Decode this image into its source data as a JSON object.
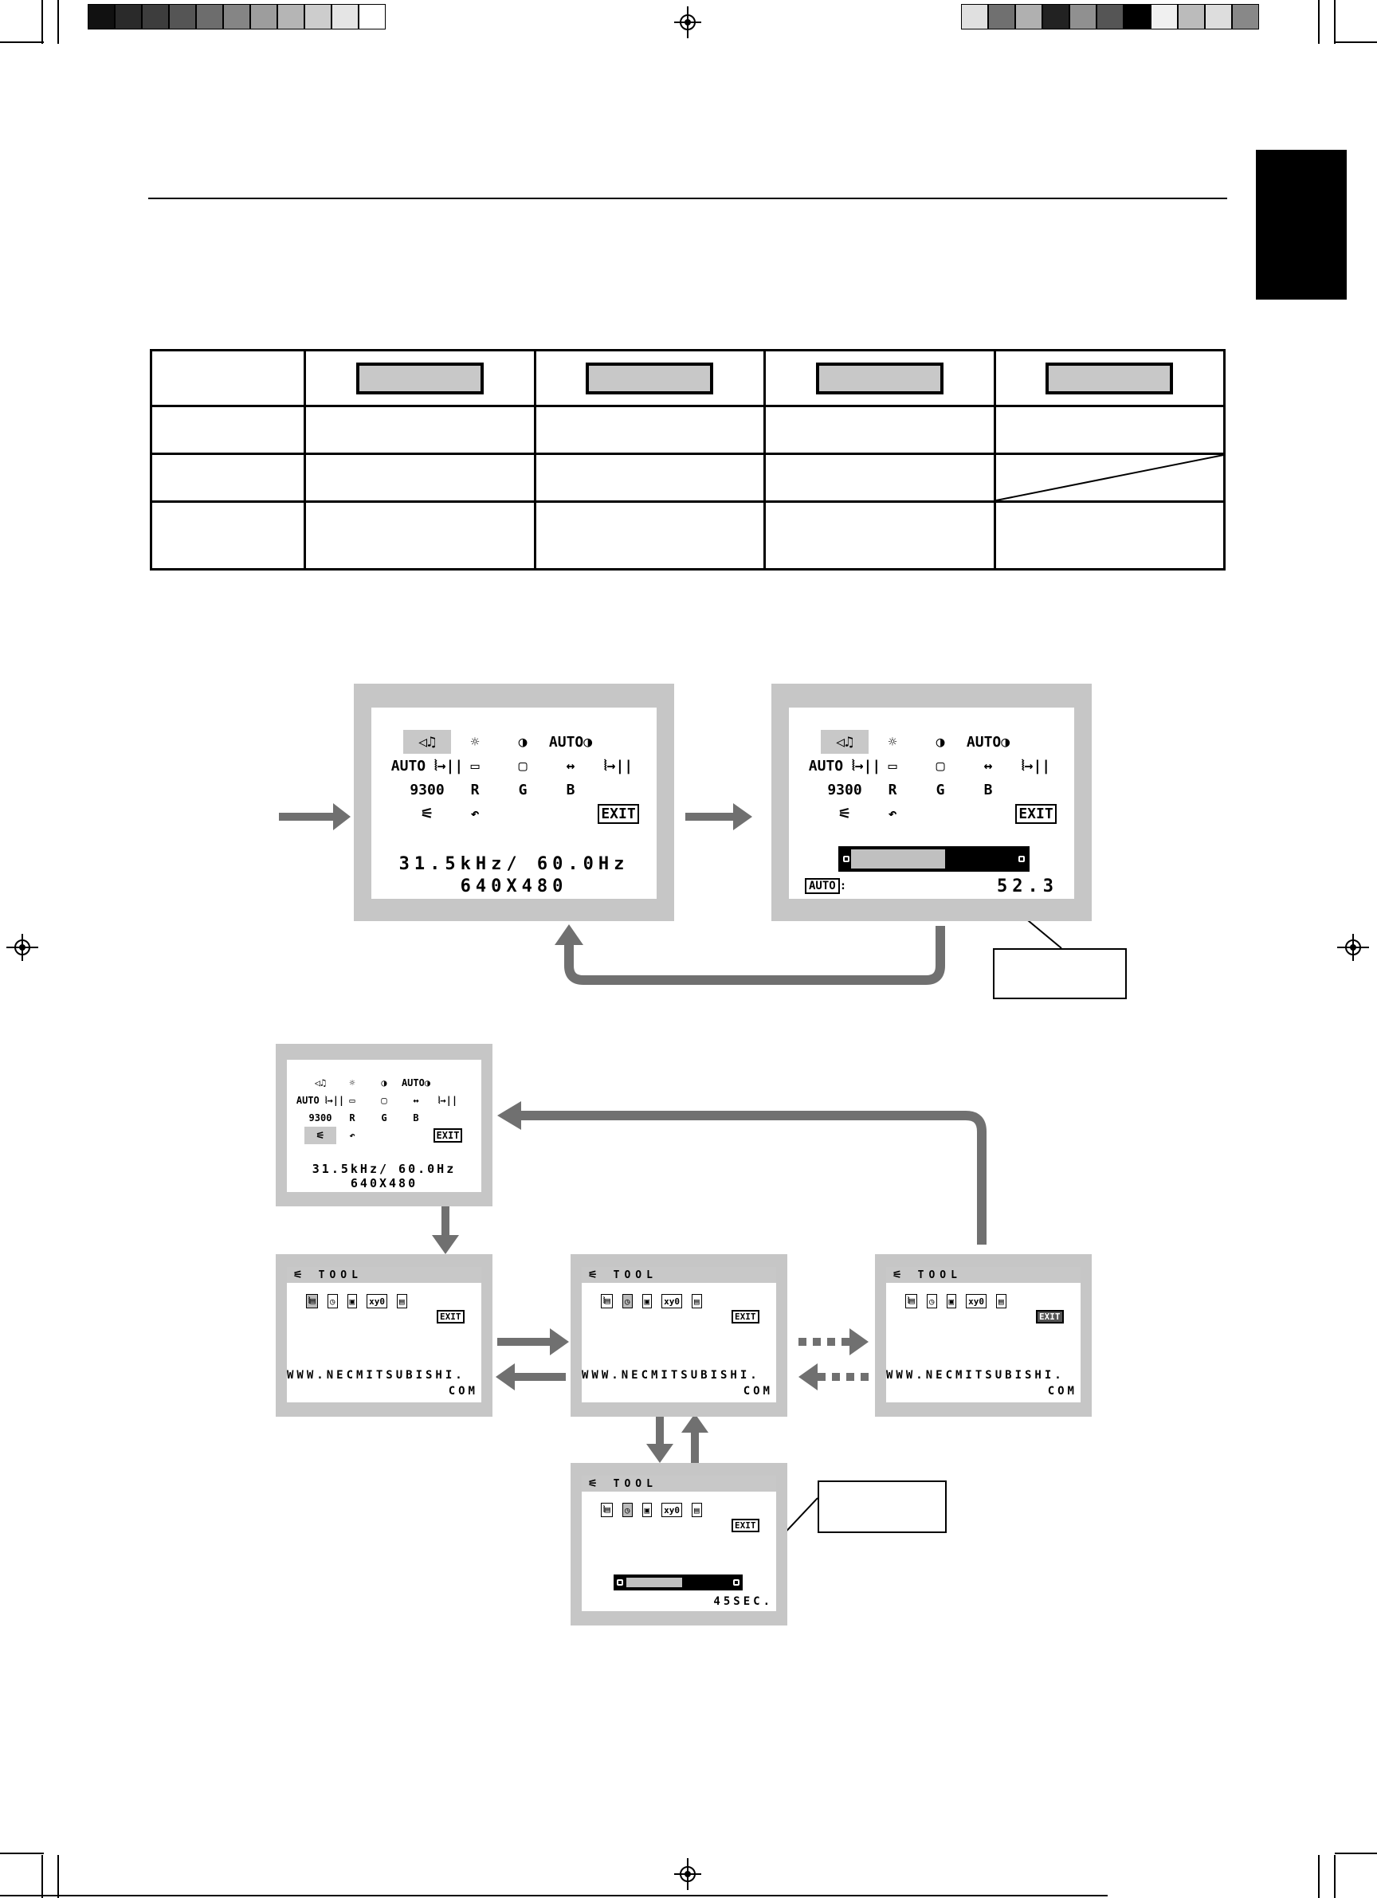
{
  "registration": {
    "left_bar_colors": [
      "#111111",
      "#2a2a2a",
      "#3d3d3d",
      "#555555",
      "#6d6d6d",
      "#858585",
      "#9d9d9d",
      "#b5b5b5",
      "#cdcdcd",
      "#e5e5e5",
      "#ffffff"
    ],
    "right_bar_colors": [
      "#e0e0e0",
      "#707070",
      "#b0b0b0",
      "#222222",
      "#909090",
      "#555555",
      "#000000",
      "#f0f0f0",
      "#bbbbbb",
      "#dddddd",
      "#888888"
    ],
    "registration_mark_icon": "crosshair-target-icon"
  },
  "spec_table": {
    "rows": 4,
    "cols": 5,
    "header_button_color": "#c8c8c8"
  },
  "osd_main": {
    "icons_row1": [
      "◁♫",
      "☼",
      "◑",
      "AUTO◑"
    ],
    "icons_row2": [
      "AUTO ⦚→||",
      "▭",
      "▢",
      "↔",
      "⦚→||"
    ],
    "icons_row3": [
      "9300",
      "R",
      "G",
      "B"
    ],
    "icons_row4": [
      "⚟",
      "↶",
      "",
      "",
      "EXIT"
    ],
    "freq": "31.5kHz/ 60.0Hz",
    "resolution": "640X480"
  },
  "osd_adjust": {
    "auto_label": "AUTO",
    "value": "52.3",
    "colon": ":"
  },
  "tool_menu": {
    "title": "TOOL",
    "icons": [
      "⦚▤",
      "◷",
      "▣",
      "xy0",
      "▤"
    ],
    "exit": "EXIT",
    "url_line1": "WWW.NECMITSUBISHI.",
    "url_line2": "COM",
    "timer_value": "45SEC."
  },
  "colors": {
    "screen_frame": "#c6c6c6",
    "arrow": "#707070",
    "tab": "#000000"
  }
}
